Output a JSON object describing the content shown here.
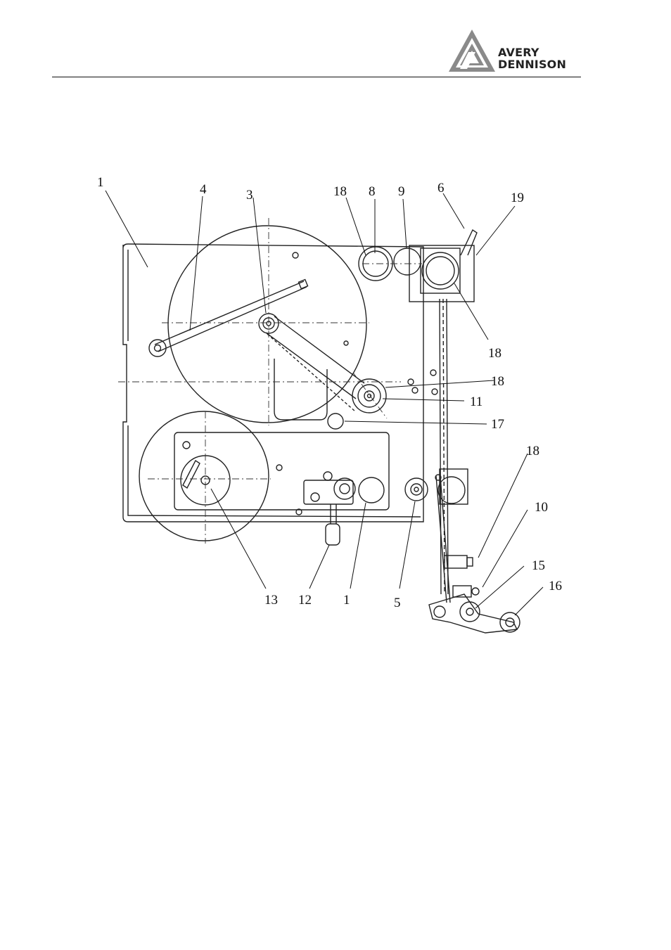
{
  "header": {
    "logo_line1": "AVERY",
    "logo_line2": "DENNISON"
  },
  "diagram": {
    "callouts": {
      "c1_top": "1",
      "c4": "4",
      "c3": "3",
      "c18_top": "18",
      "c8": "8",
      "c9": "9",
      "c6": "6",
      "c19": "19",
      "c18_right1": "18",
      "c18_right2": "18",
      "c11": "11",
      "c17": "17",
      "c18_lower": "18",
      "c10": "10",
      "c15": "15",
      "c16": "16",
      "c13": "13",
      "c12": "12",
      "c1_bottom": "1",
      "c5": "5"
    }
  }
}
